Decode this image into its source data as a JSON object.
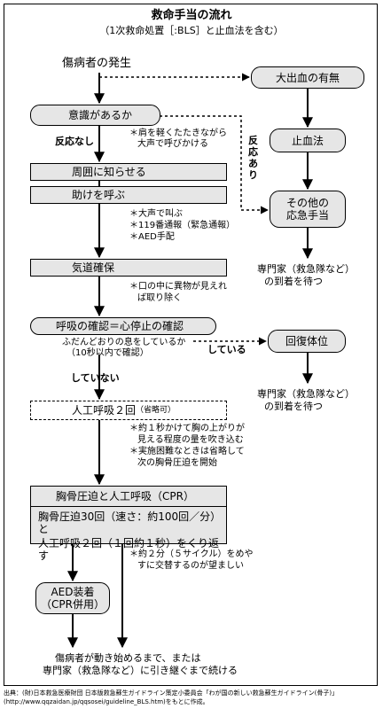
{
  "header": {
    "title": "救命手当の流れ",
    "subtitle": "（1次救命処置［:BLS］と止血法を含む）"
  },
  "nodes": {
    "start": "傷病者の発生",
    "conscious": "意識があるか",
    "notify": "周囲に知らせる",
    "call": "助けを呼ぶ",
    "airway": "気道確保",
    "breathing": "呼吸の確認＝心停止の確認",
    "rescue_breath": "人工呼吸２回",
    "rescue_breath_small": "（省略可）",
    "cpr_head": "胸骨圧迫と人工呼吸（CPR）",
    "cpr_line1": "胸骨圧迫30回（速さ：約100回／分）と",
    "cpr_line2": "人工呼吸２回（１回約１秒）をくり返す",
    "aed_line1": "AED装着",
    "aed_line2": "（CPR併用）",
    "bleeding": "大出血の有無",
    "hemostasis": "止血法",
    "other_line1": "その他の",
    "other_line2": "応急手当",
    "recovery": "回復体位"
  },
  "labels": {
    "no_response": "反応なし",
    "response_1": "反",
    "response_2": "応",
    "response_3": "あ",
    "response_4": "り",
    "normal_breath_1": "ふだんどおりの息をしているか",
    "normal_breath_2": "（10秒以内で確認）",
    "breathing_yes": "している",
    "breathing_no": "していない"
  },
  "notes": {
    "tap_1": "＊肩を軽くたたきながら",
    "tap_2": "大声で呼びかける",
    "call_1": "＊大声で叫ぶ",
    "call_2": "＊119番通報（緊急通報）",
    "call_3": "＊AED手配",
    "airway_1": "＊口の中に異物が見えれ",
    "airway_2": "ば取り除く",
    "rb_1": "＊約１秒かけて胸の上がりが",
    "rb_2": "見える程度の量を吹き込む",
    "rb_3": "＊実施困難なときは省略して",
    "rb_4": "次の胸骨圧迫を開始",
    "cycle_1": "＊約２分（５サイクル）をめや",
    "cycle_2": "すに交替するのが望ましい",
    "wait_a_1": "専門家（救急隊など）",
    "wait_a_2": "の到着を待つ",
    "wait_b_1": "専門家（救急隊など）",
    "wait_b_2": "の到着を待つ",
    "end_1": "傷病者が動き始めるまで、または",
    "end_2": "専門家（救急隊など）に引き継ぐまで続ける"
  },
  "source": {
    "line1": "出典：(財)日本救急医療財団 日本版救急蘇生ガイドライン策定小委員会「わが国の新しい救急蘇生ガイドライン(骨子)」",
    "line2": "(http://www.qqzaidan.jp/qqsosei/guideline_BLS.htm)をもとに作成。"
  }
}
